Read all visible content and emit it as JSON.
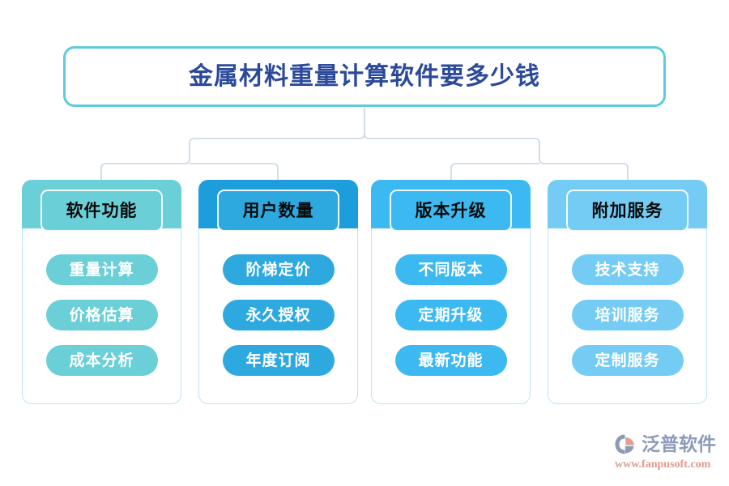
{
  "diagram": {
    "type": "organization-tree",
    "title": "金属材料重量计算软件要多少钱",
    "title_color": "#2B4A9B",
    "title_border_color": "#5FCAD9",
    "background": "#FFFFFF",
    "connector_color": "#C8D6E5",
    "columns": [
      {
        "header": "软件功能",
        "color": "#6BCFD8",
        "pill_color": "#6BCFD8",
        "items": [
          "重量计算",
          "价格估算",
          "成本分析"
        ]
      },
      {
        "header": "用户数量",
        "color": "#1D9DDC",
        "pill_color": "#2DA9E0",
        "items": [
          "阶梯定价",
          "永久授权",
          "年度订阅"
        ]
      },
      {
        "header": "版本升级",
        "color": "#3CB9F0",
        "pill_color": "#3CB9F0",
        "items": [
          "不同版本",
          "定期升级",
          "最新功能"
        ]
      },
      {
        "header": "附加服务",
        "color": "#74CCF4",
        "pill_color": "#74CCF4",
        "items": [
          "技术支持",
          "培训服务",
          "定制服务"
        ]
      }
    ]
  },
  "watermark": {
    "brand": "泛普软件",
    "url": "www.fanpusoft.com",
    "brand_color": "#8C9BB8",
    "url_color": "#E09A8C",
    "mark_colors": [
      "#8C9BB8",
      "#E2A08F"
    ]
  }
}
